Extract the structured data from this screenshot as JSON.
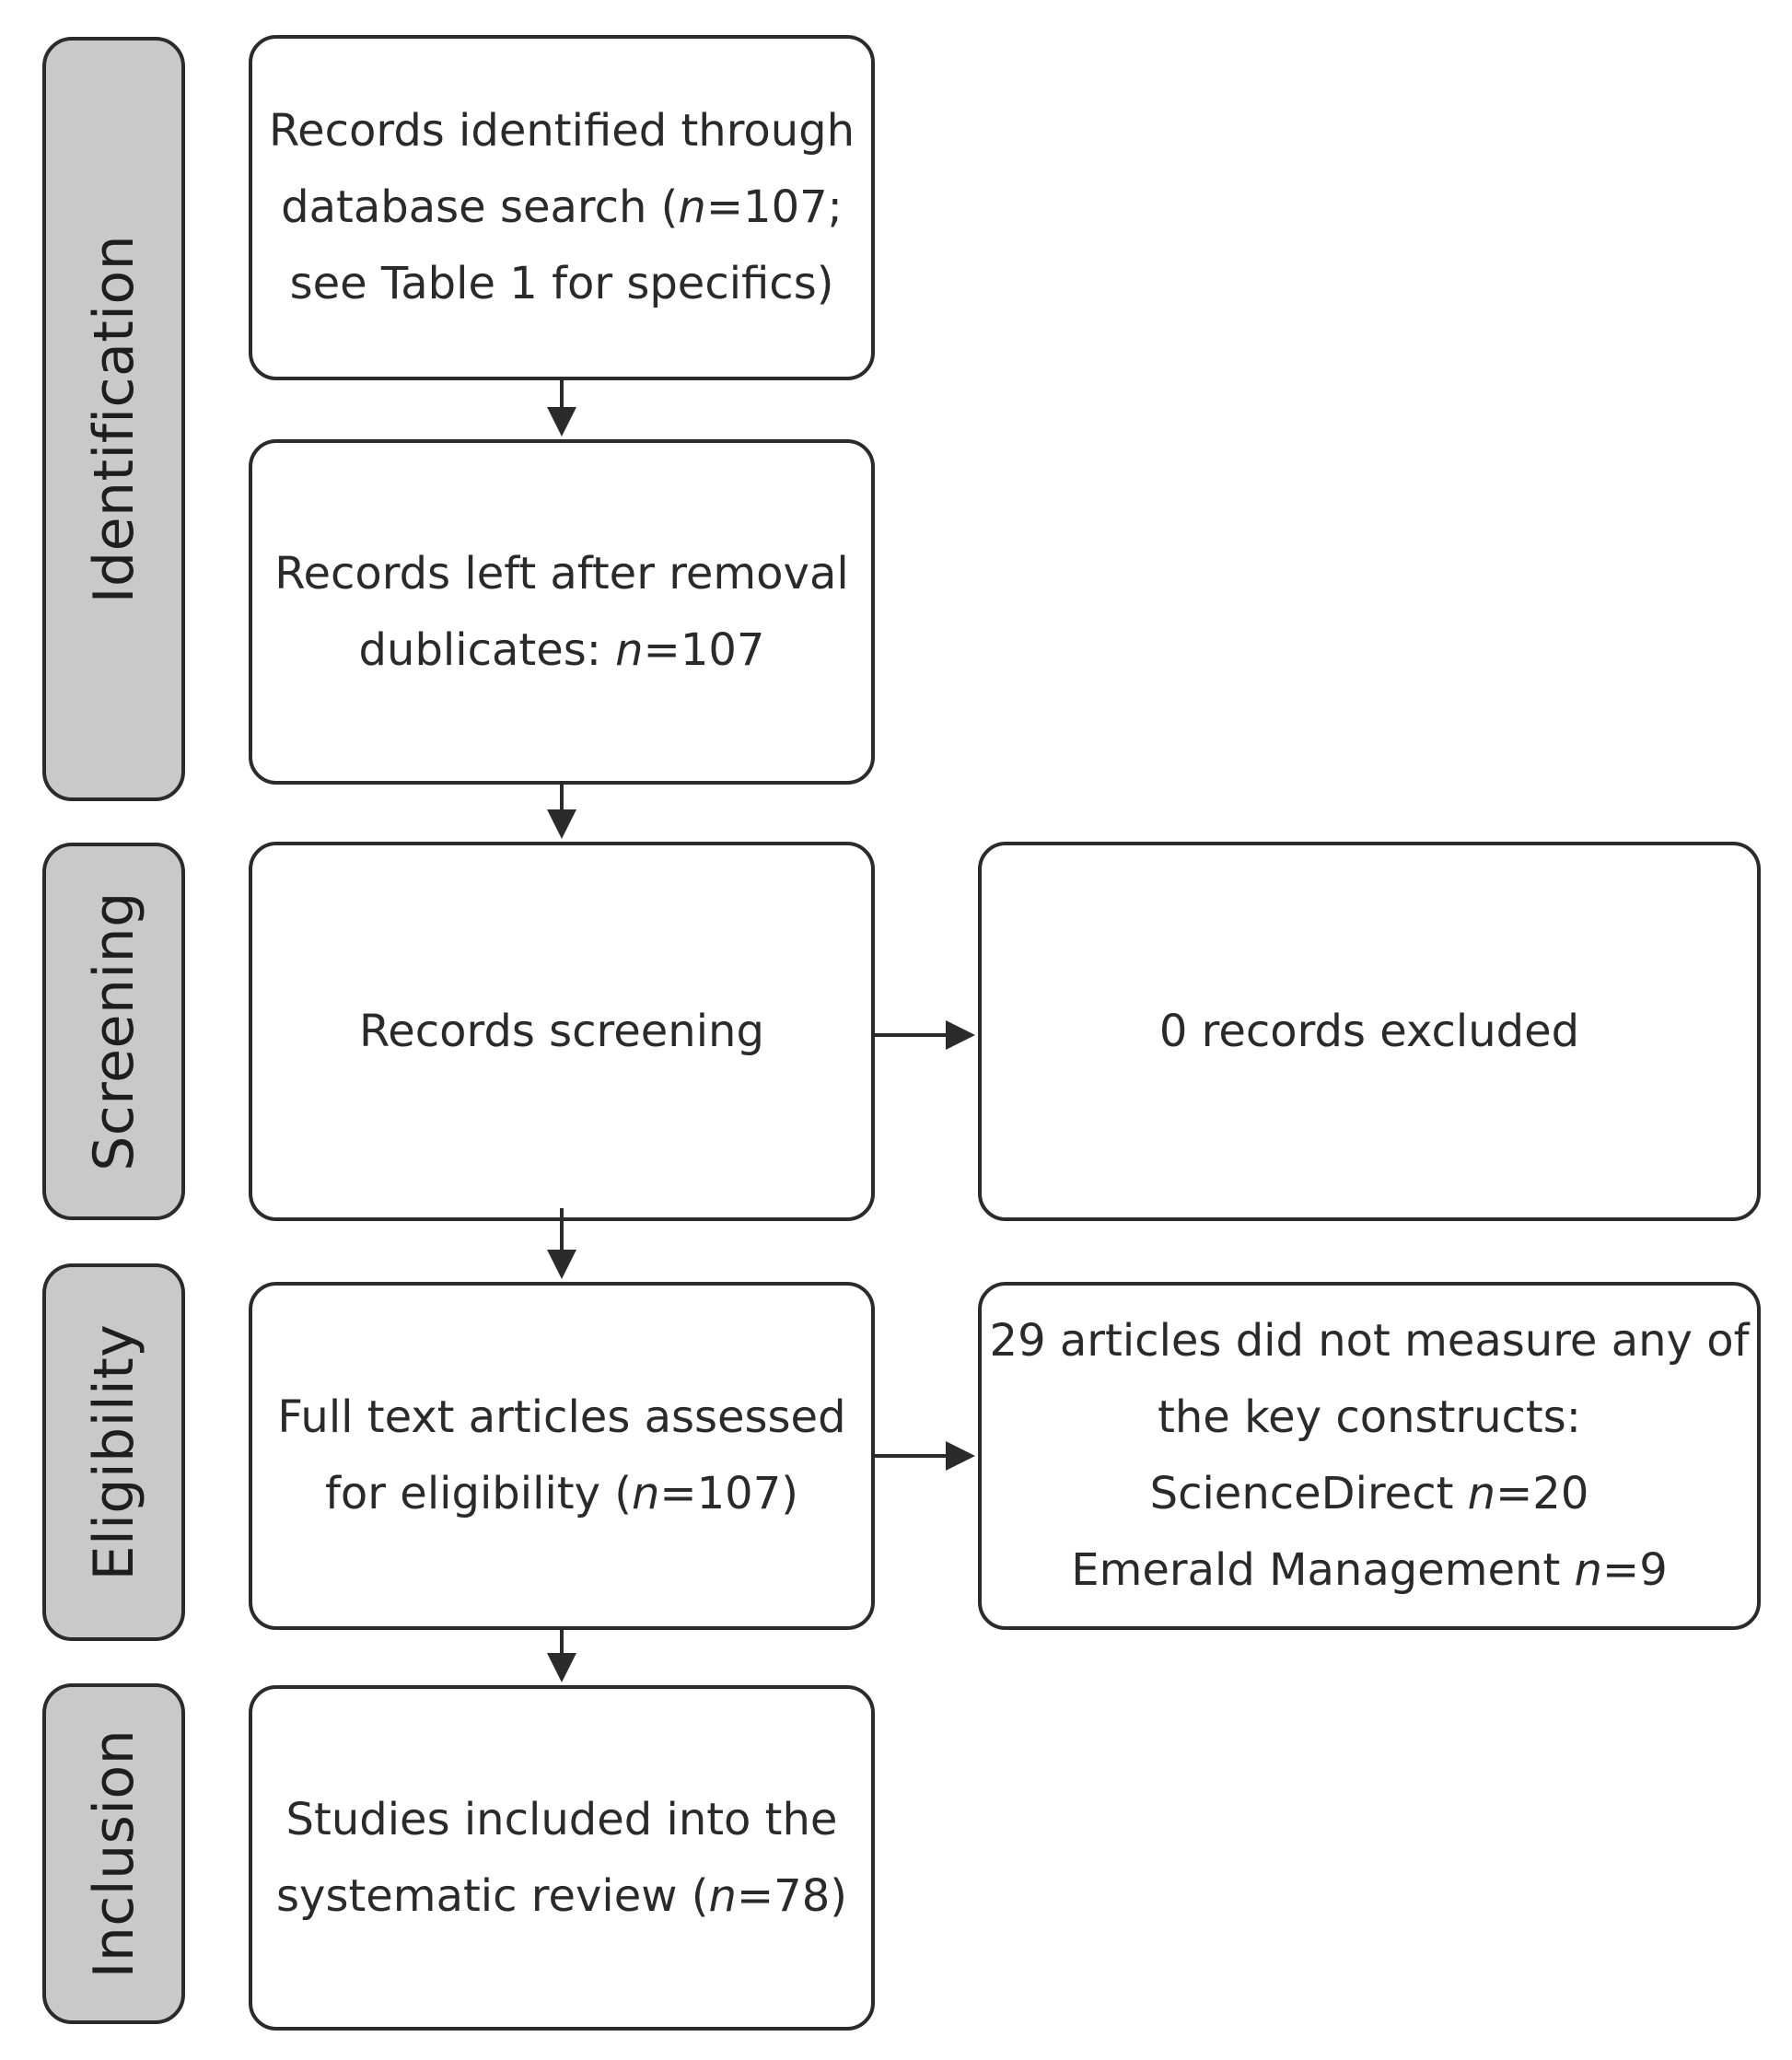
{
  "phases": {
    "identification": "Identification",
    "screening": "Screening",
    "eligibility": "Eligibility",
    "inclusion": "Inclusion"
  },
  "boxes": {
    "records_identified": {
      "line1": "Records identified through",
      "line2_pre": "database search (",
      "line2_n": "n",
      "line2_post": "=107;",
      "line3": "see Table 1 for specifics)"
    },
    "records_after_duplicates": {
      "line1": "Records left after removal",
      "line2_pre": "dublicates: ",
      "line2_n": "n",
      "line2_post": "=107"
    },
    "records_screening": {
      "line1": "Records screening"
    },
    "records_excluded": {
      "line1": "0 records excluded"
    },
    "full_text_assessed": {
      "line1": "Full text articles assessed",
      "line2_pre": "for eligibility (",
      "line2_n": "n",
      "line2_post": "=107)"
    },
    "articles_excluded": {
      "line1": "29 articles did not measure any of",
      "line2": "the key constructs:",
      "line3_pre": "ScienceDirect ",
      "line3_n": "n",
      "line3_post": "=20",
      "line4_pre": "Emerald Management ",
      "line4_n": "n",
      "line4_post": "=9"
    },
    "studies_included": {
      "line1": "Studies included into the",
      "line2_pre": "systematic review (",
      "line2_n": "n",
      "line2_post": "=78)"
    }
  }
}
